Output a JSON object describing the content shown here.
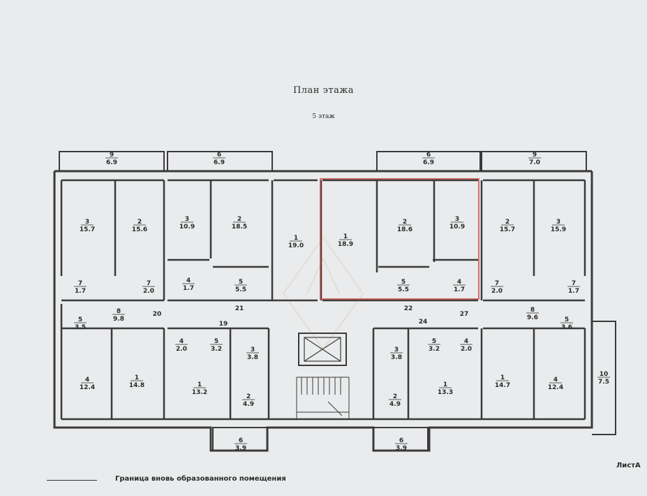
{
  "title": "План этажа",
  "subtitle": "5 этаж",
  "legend_text": "Граница вновь образованного помещения",
  "corner_mark": "ЛистА",
  "colors": {
    "wall": "#3a3a3a",
    "highlight": "#c8473f",
    "background": "#e9ebec"
  },
  "rooms": [
    {
      "n": "9",
      "a": "6.9"
    },
    {
      "n": "6",
      "a": "6.9"
    },
    {
      "n": "6",
      "a": "6.9"
    },
    {
      "n": "9",
      "a": "7.0"
    },
    {
      "n": "3",
      "a": "15.7"
    },
    {
      "n": "2",
      "a": "15.6"
    },
    {
      "n": "3",
      "a": "10.9"
    },
    {
      "n": "2",
      "a": "18.5"
    },
    {
      "n": "1",
      "a": "19.0"
    },
    {
      "n": "1",
      "a": "18.9"
    },
    {
      "n": "2",
      "a": "18.6"
    },
    {
      "n": "3",
      "a": "10.9"
    },
    {
      "n": "2",
      "a": "15.7"
    },
    {
      "n": "3",
      "a": "15.9"
    },
    {
      "n": "7",
      "a": "1.7"
    },
    {
      "n": "7",
      "a": "2.0"
    },
    {
      "n": "4",
      "a": "1.7"
    },
    {
      "n": "5",
      "a": "5.5"
    },
    {
      "n": "5",
      "a": "5.5"
    },
    {
      "n": "4",
      "a": "1.7"
    },
    {
      "n": "7",
      "a": "2.0"
    },
    {
      "n": "7",
      "a": "1.7"
    },
    {
      "n": "8",
      "a": "9.8"
    },
    {
      "n": "8",
      "a": "9.6"
    },
    {
      "n": "5",
      "a": "3.5"
    },
    {
      "n": "5",
      "a": "3.6"
    },
    {
      "n": "4",
      "a": "2.0"
    },
    {
      "n": "5",
      "a": "3.2"
    },
    {
      "n": "3",
      "a": "3.8"
    },
    {
      "n": "3",
      "a": "3.8"
    },
    {
      "n": "5",
      "a": "3.2"
    },
    {
      "n": "4",
      "a": "2.0"
    },
    {
      "n": "4",
      "a": "12.4"
    },
    {
      "n": "1",
      "a": "14.8"
    },
    {
      "n": "1",
      "a": "13.2"
    },
    {
      "n": "2",
      "a": "4.9"
    },
    {
      "n": "2",
      "a": "4.9"
    },
    {
      "n": "1",
      "a": "13.3"
    },
    {
      "n": "1",
      "a": "14.7"
    },
    {
      "n": "4",
      "a": "12.4"
    },
    {
      "n": "6",
      "a": "3.9"
    },
    {
      "n": "6",
      "a": "3.9"
    },
    {
      "n": "10",
      "a": "7.5"
    }
  ],
  "corridor_numbers": [
    "20",
    "19",
    "21",
    "22",
    "24",
    "27"
  ]
}
